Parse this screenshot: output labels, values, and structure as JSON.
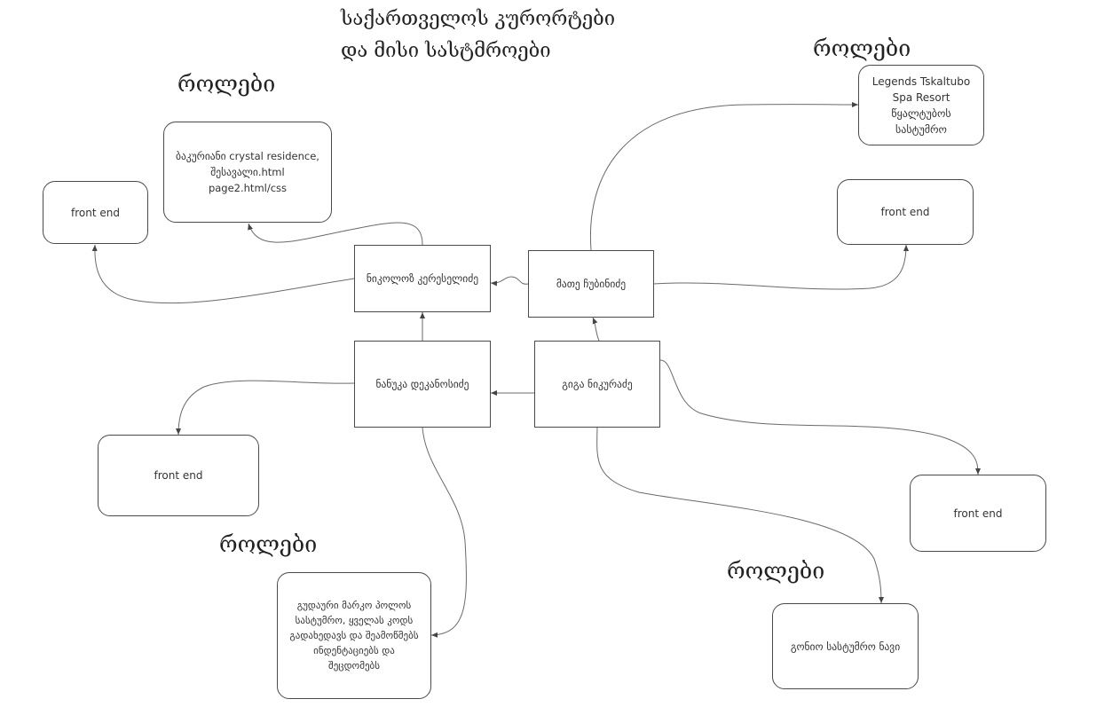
{
  "diagram": {
    "title_lines": [
      "საქართველოს კურორტები",
      "და მისი სასტმროები"
    ],
    "role_heading": "როლები",
    "people": {
      "nikoloz": "ნიკოლოზ კერესელიძე",
      "mate": "მათე ჩუბინიძე",
      "nanuka": "ნანუკა დეკანოსიძე",
      "gio": "გიგა ნიკურაძე"
    },
    "role_boxes": {
      "nikoloz_front": "front end",
      "nikoloz_resort": "ბაკურიანი crystal residence,\nშესავალი.html\npage2.html/css",
      "mate_front": "front end",
      "mate_resort": "Legends Tskaltubo\nSpa Resort\nწყალტუბოს\nსასტუმრო",
      "nanuka_front": "front end",
      "nanuka_resort": "გუდაური მარკო პოლოს\nსასტუმრო, ყველას კოდს\nგადახედავს და შეამოწმებს\nინდენტაციებს და\nშეცდომებს",
      "gio_front": "front end",
      "gio_resort": "გონიო სასტუმრო ნავი"
    }
  }
}
